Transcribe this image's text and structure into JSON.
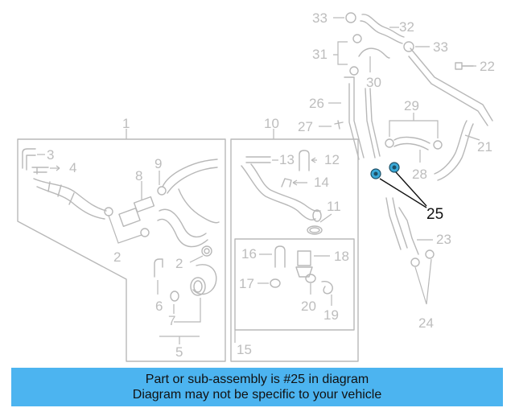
{
  "diagram": {
    "group_labels": {
      "g1": "1",
      "g10": "10",
      "g15": "15",
      "g5": "5"
    },
    "callouts": {
      "c2a": "2",
      "c2b": "2",
      "c3": "3",
      "c4": "4",
      "c6": "6",
      "c7": "7",
      "c8": "8",
      "c9": "9",
      "c11": "11",
      "c12": "12",
      "c13": "13",
      "c14": "14",
      "c16": "16",
      "c17": "17",
      "c18": "18",
      "c19": "19",
      "c20": "20",
      "c21": "21",
      "c22": "22",
      "c23": "23",
      "c24": "24",
      "c26": "26",
      "c27": "27",
      "c28": "28",
      "c29": "29",
      "c30": "30",
      "c31": "31",
      "c32": "32",
      "c33a": "33",
      "c33b": "33"
    },
    "highlighted_callout": "25",
    "highlight_color": "#3aa9d8"
  },
  "banner": {
    "line1": "Part or sub-assembly is #25 in diagram",
    "line2": "Diagram may not be specific to your vehicle",
    "background": "#4cb4f0"
  }
}
